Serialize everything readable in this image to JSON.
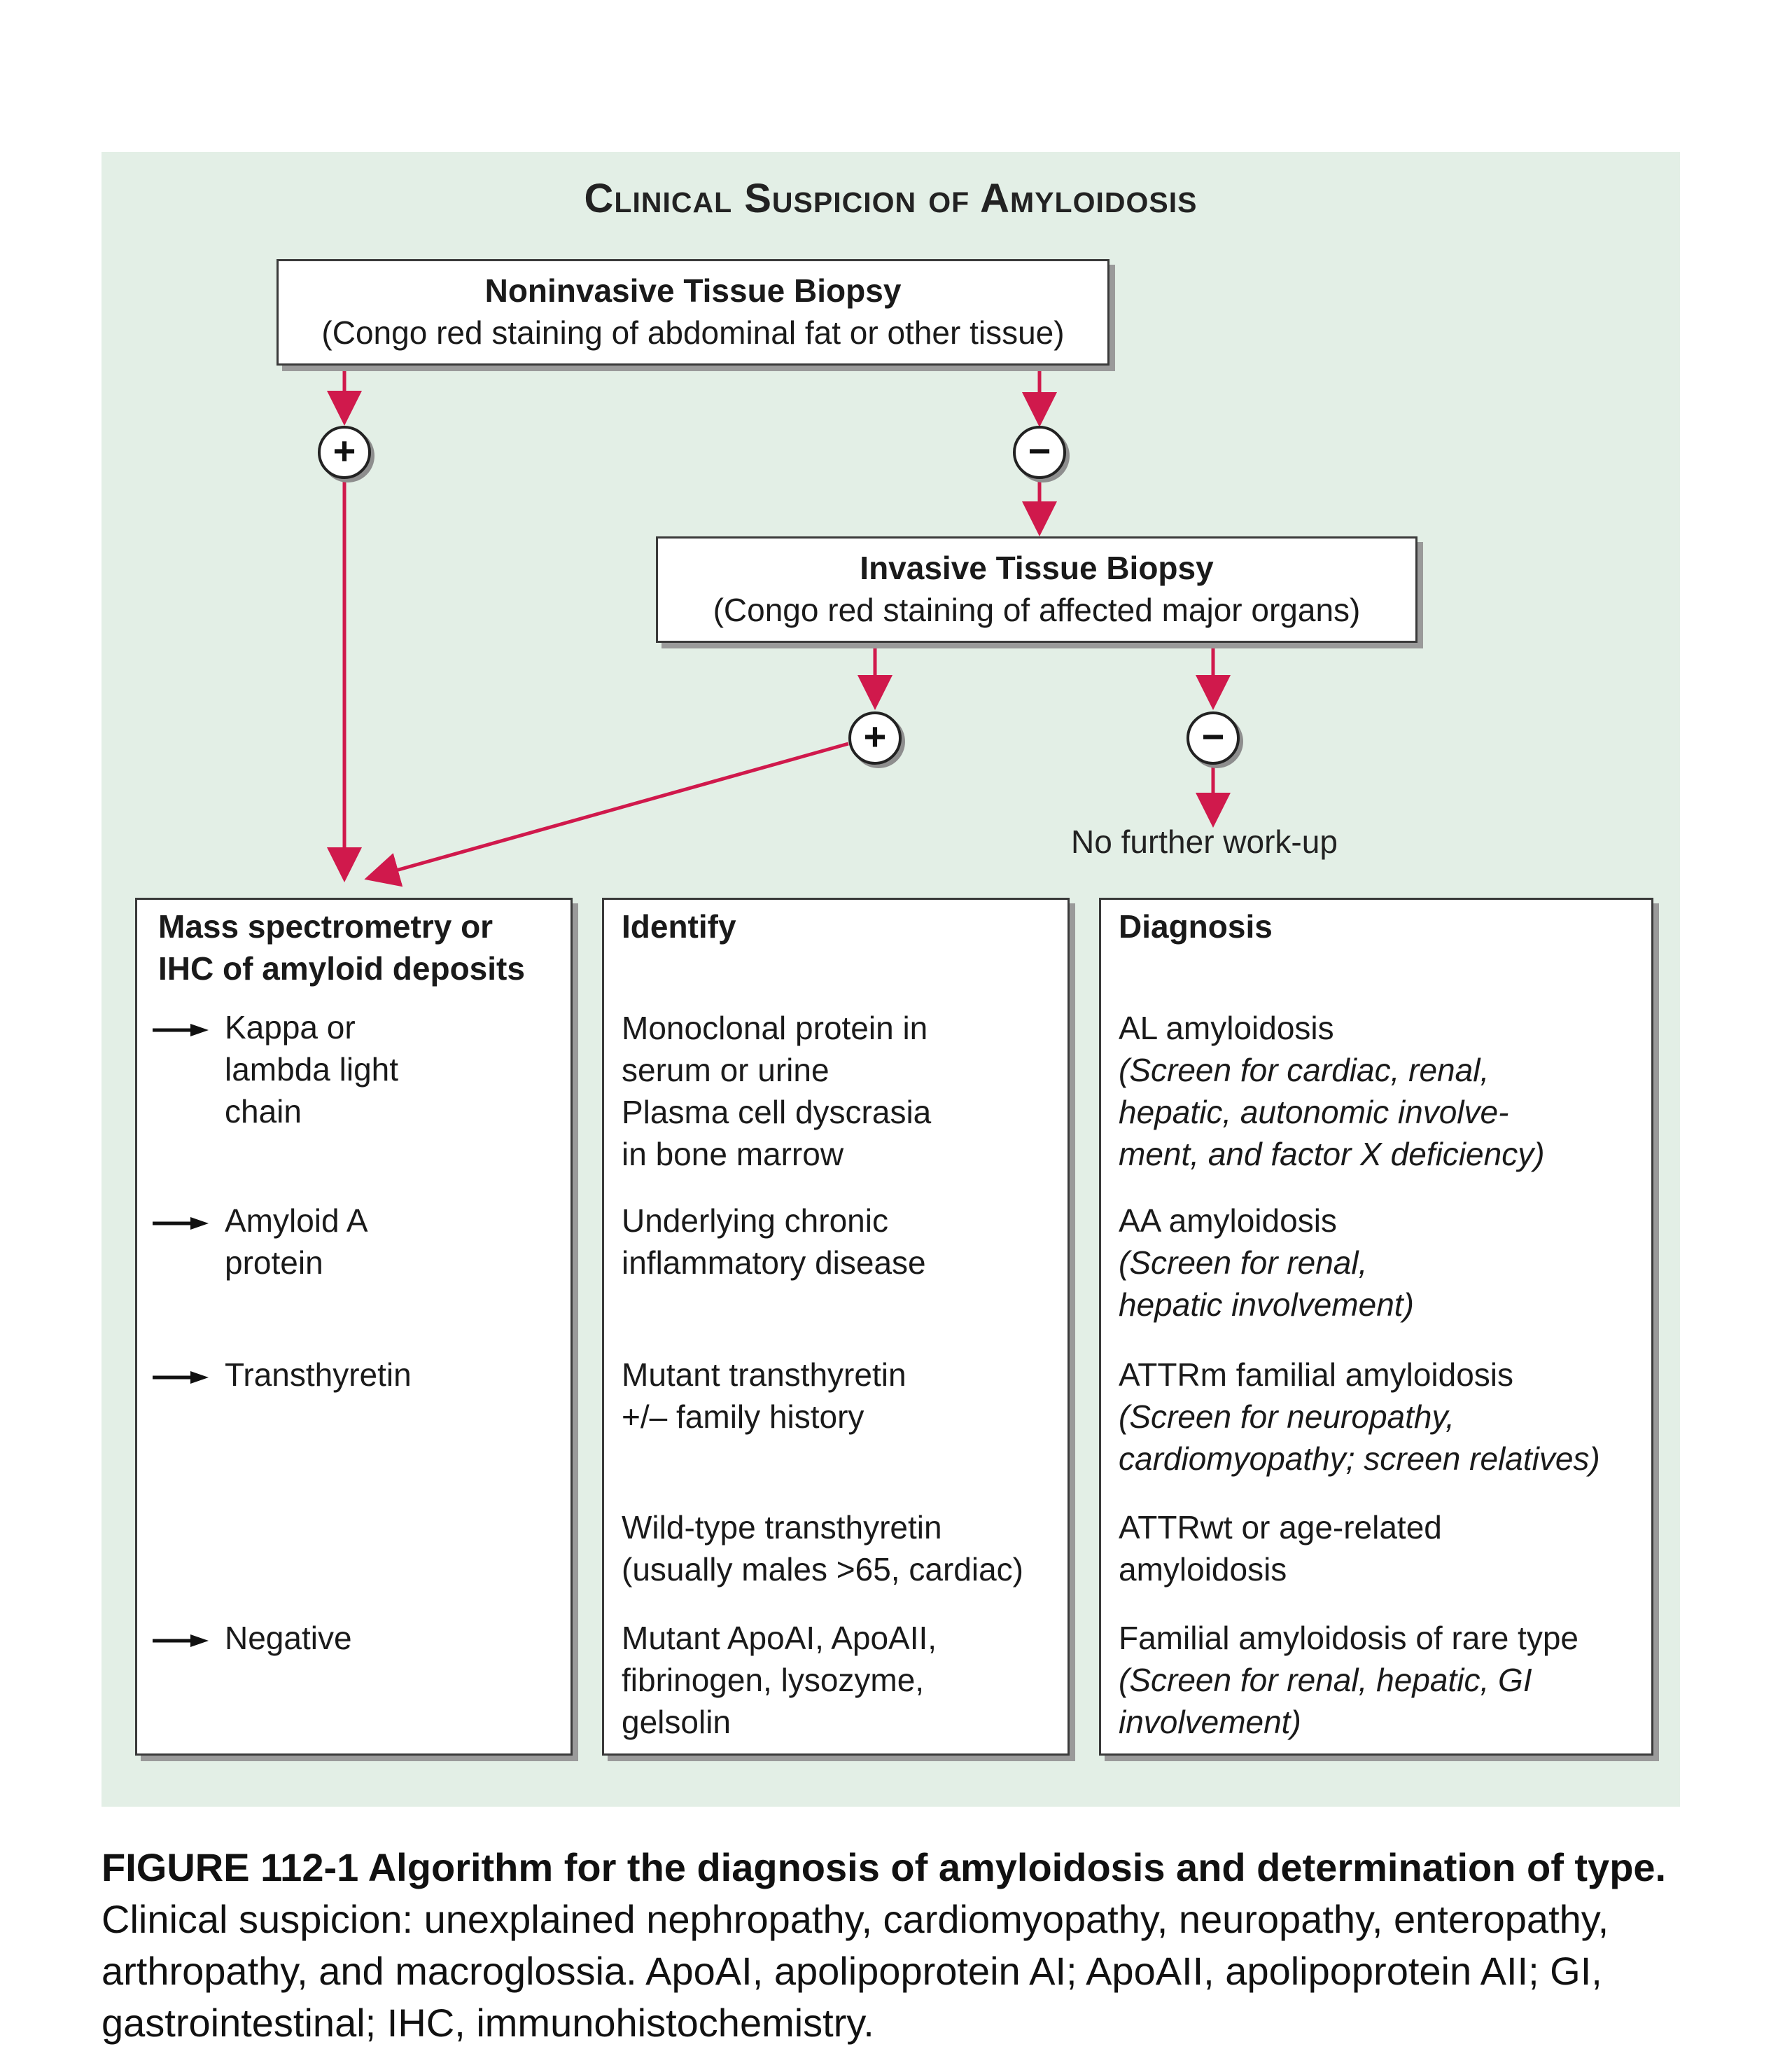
{
  "title": "Clinical Suspicion of Amyloidosis",
  "noninvasive": {
    "heading": "Noninvasive Tissue Biopsy",
    "detail": "(Congo red staining of abdominal fat or other tissue)"
  },
  "invasive": {
    "heading": "Invasive Tissue Biopsy",
    "detail": "(Congo red staining of affected major organs)"
  },
  "signs": {
    "positive": "+",
    "negative": "−"
  },
  "no_further": "No further work-up",
  "columns": {
    "test": {
      "heading_line1": "Mass spectrometry or",
      "heading_line2": "IHC of amyloid deposits",
      "items": [
        [
          "Kappa or",
          "lambda light",
          "chain"
        ],
        [
          "Amyloid A",
          "protein"
        ],
        [
          "Transthyretin"
        ],
        [
          "Negative"
        ]
      ]
    },
    "identify": {
      "heading": "Identify",
      "items": [
        [
          "Monoclonal protein in",
          "serum or urine",
          "Plasma cell dyscrasia",
          "in bone marrow"
        ],
        [
          "Underlying chronic",
          "inflammatory disease"
        ],
        [
          "Mutant transthyretin",
          "+/– family history"
        ],
        [
          "Wild-type transthyretin",
          "(usually males >65, cardiac)"
        ],
        [
          "Mutant ApoAI, ApoAII,",
          "fibrinogen, lysozyme,",
          "gelsolin"
        ]
      ]
    },
    "diagnosis": {
      "heading": "Diagnosis",
      "items": [
        {
          "name": "AL amyloidosis",
          "note": [
            "(Screen for cardiac, renal,",
            "hepatic, autonomic involve-",
            "ment, and factor X deficiency)"
          ]
        },
        {
          "name": "AA amyloidosis",
          "note": [
            "(Screen for renal,",
            "hepatic involvement)"
          ]
        },
        {
          "name": "ATTRm familial amyloidosis",
          "note": [
            "(Screen for neuropathy,",
            "cardiomyopathy; screen relatives)"
          ]
        },
        {
          "name_lines": [
            "ATTRwt or age-related",
            "amyloidosis"
          ],
          "note": []
        },
        {
          "name": "Familial amyloidosis of rare type",
          "note": [
            "(Screen for renal, hepatic, GI",
            "involvement)"
          ]
        }
      ]
    }
  },
  "caption": {
    "lead": "FIGURE 112-1 Algorithm for the diagnosis of amyloidosis and determination of type.",
    "body": " Clinical suspicion: unexplained nephropathy, cardiomyopathy, neuropathy, enteropathy, arthropathy, and macroglossia. ApoAI, apolipoprotein AI; ApoAII, apolipoprotein AII; GI, gastrointestinal; IHC, immunohistochemistry."
  },
  "colors": {
    "panel": "#e3efe6",
    "arrow": "#d0194c",
    "border": "#3a3a3a"
  }
}
